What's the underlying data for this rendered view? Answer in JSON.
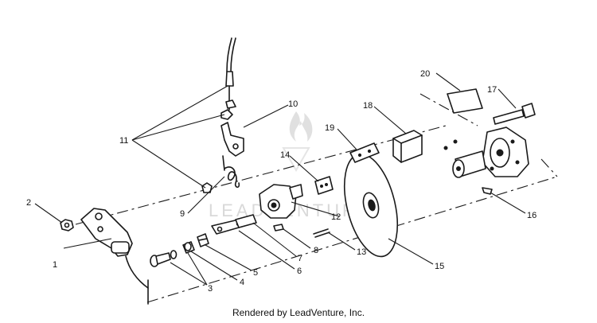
{
  "watermark": {
    "text": "LEADVENTURE",
    "logo_icon": "flame-logo-icon"
  },
  "footer": {
    "text": "Rendered by LeadVenture, Inc."
  },
  "callouts": [
    {
      "id": "c1",
      "label": "1"
    },
    {
      "id": "c2",
      "label": "2"
    },
    {
      "id": "c3",
      "label": "3"
    },
    {
      "id": "c4",
      "label": "4"
    },
    {
      "id": "c5",
      "label": "5"
    },
    {
      "id": "c6",
      "label": "6"
    },
    {
      "id": "c7",
      "label": "7"
    },
    {
      "id": "c8",
      "label": "8"
    },
    {
      "id": "c9",
      "label": "9"
    },
    {
      "id": "c10",
      "label": "10"
    },
    {
      "id": "c11",
      "label": "11"
    },
    {
      "id": "c12",
      "label": "12"
    },
    {
      "id": "c13",
      "label": "13"
    },
    {
      "id": "c14",
      "label": "14"
    },
    {
      "id": "c15",
      "label": "15"
    },
    {
      "id": "c16",
      "label": "16"
    },
    {
      "id": "c17",
      "label": "17"
    },
    {
      "id": "c18",
      "label": "18"
    },
    {
      "id": "c19",
      "label": "19"
    },
    {
      "id": "c20",
      "label": "20"
    }
  ]
}
